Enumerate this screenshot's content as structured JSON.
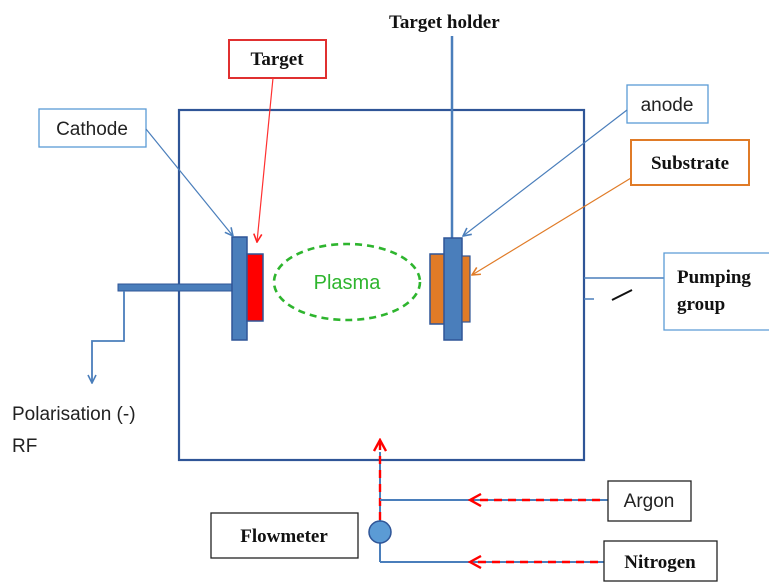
{
  "labels": {
    "target_holder": "Target holder",
    "target": "Target",
    "cathode": "Cathode",
    "anode": "anode",
    "substrate": "Substrate",
    "plasma": "Plasma",
    "pumping_line1": "Pumping",
    "pumping_line2": "group",
    "polarisation_line1": "Polarisation (-)",
    "polarisation_line2": "RF",
    "flowmeter": "Flowmeter",
    "argon": "Argon",
    "nitrogen": "Nitrogen"
  },
  "colors": {
    "chamber": "#2f5597",
    "electrode": "#4a7ebb",
    "target_fill": "#ff0000",
    "substrate_fill": "#e07b27",
    "plasma": "#2eb52e",
    "gas_arrow": "#ff0000",
    "target_box": "#e03030",
    "substrate_box": "#e07b27",
    "label_box": "#5b9bd5"
  }
}
